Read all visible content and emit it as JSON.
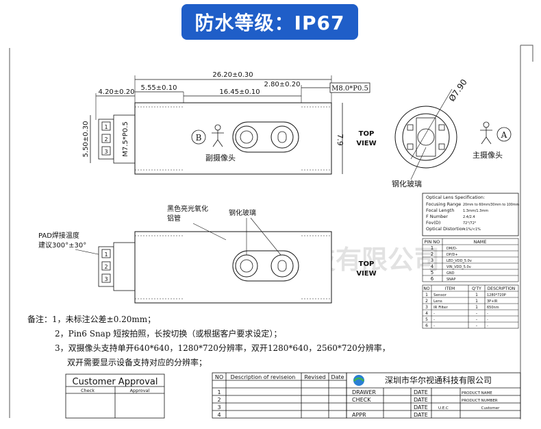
{
  "banner": {
    "title": "防水等级：IP67"
  },
  "watermark": "深圳市华尔视通科技有限公司",
  "top_view": {
    "dim_overall": "26.20±0.30",
    "dim_a": "4.20±0.20",
    "dim_b": "5.55±0.10",
    "dim_c": "16.45±0.10",
    "dim_d": "2.80±0.20",
    "thread_right": "M8.0*P0.5",
    "thread_left": "M7.5*P0.5",
    "pad_height": "5.50±0.30",
    "height": "7.9",
    "label_b": "B",
    "sub_camera": "副摄像头",
    "view_label_1": "TOP",
    "view_label_2": "VIEW",
    "pads": [
      "1",
      "2",
      "3"
    ]
  },
  "end_view": {
    "diameter": "Ø7.90",
    "label_a": "A",
    "main_camera": "主摄像头",
    "glass": "钢化玻璃"
  },
  "side_view": {
    "pad_note_1": "PAD焊接温度",
    "pad_note_2": "建议300°±30°",
    "tube_note_1": "黑色亮光氧化",
    "tube_note_2": "铝管",
    "glass": "钢化玻璃",
    "view_label_1": "TOP",
    "view_label_2": "VIEW",
    "pads": [
      "1",
      "2",
      "3"
    ]
  },
  "optical_spec": {
    "title": "Optical Lens Specification:",
    "rows": [
      [
        "Focusing Range",
        "20mm to 60mm/30mm to 100mm"
      ],
      [
        "Focal Length",
        "1.3mm/1.3mm"
      ],
      [
        "F Number",
        "2.4/2.4"
      ],
      [
        "Fov(D)",
        "72°/72°"
      ],
      [
        "Optical Distortion",
        "<1%/<1%"
      ]
    ]
  },
  "pin_table": {
    "headers": [
      "PIN NO",
      "NAME"
    ],
    "rows": [
      [
        "1",
        "DM/D-"
      ],
      [
        "2",
        "DP/D+"
      ],
      [
        "3",
        "LED_VDD_5.0v"
      ],
      [
        "4",
        "VIN_VDD_5.0v"
      ],
      [
        "5",
        "GND"
      ],
      [
        "6",
        "SNAP"
      ]
    ]
  },
  "bom_table": {
    "headers": [
      "NO",
      "ITEM",
      "Q'TY",
      "DESCRIPTION"
    ],
    "rows": [
      [
        "1",
        "Sensor",
        "1",
        "1280*720P"
      ],
      [
        "2",
        "Lens",
        "1",
        "3P+IR"
      ],
      [
        "3",
        "IR Filter",
        "1",
        "650nm"
      ],
      [
        "4",
        "-",
        "-",
        "-"
      ],
      [
        "5",
        "-",
        "-",
        "-"
      ],
      [
        "6",
        "-",
        "-",
        "-"
      ]
    ]
  },
  "notes": [
    "备注：1，未标注公差±0.20mm；",
    "2，Pin6 Snap 短按拍照，长按切换（或根据客户要求设定）；",
    "3，双摄像头支持单开640*640，1280*720分辨率，双开1280*640，2560*720分辨率，",
    "双开需要显示设备支持对应的分辨率；"
  ],
  "approval": {
    "title": "Customer Approval",
    "check": "Check",
    "approval": "Approval"
  },
  "revision_table": {
    "headers": [
      "NO",
      "Description of reviseion",
      "Revised",
      "Date"
    ],
    "rows": [
      "1",
      "2",
      "3",
      "4"
    ]
  },
  "title_block": {
    "company": "深圳市华尔视通科技有限公司",
    "drawer": "DRAWER",
    "check": "CHECK",
    "appr": "APPR",
    "date": "DATE",
    "product_name": "PRODUCT NAME",
    "product_no": "PRODUCT NUMBER",
    "uec": "U.E.C",
    "customer": "Customer"
  }
}
